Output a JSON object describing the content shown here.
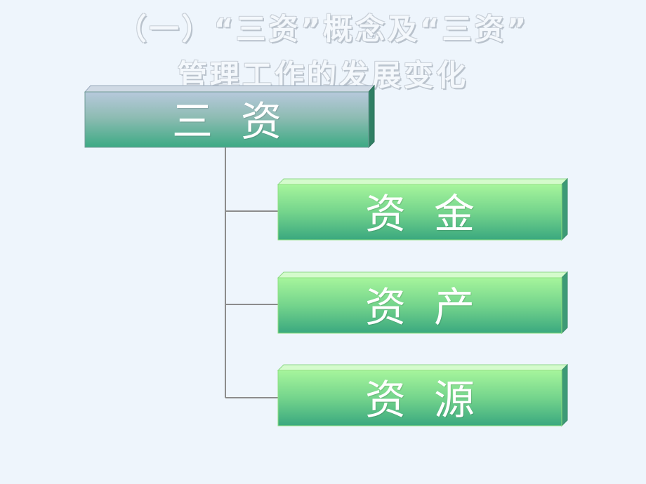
{
  "title": {
    "line1": "（一）“三资”概念及“三资”",
    "line2": "管理工作的发展变化"
  },
  "root": {
    "label": "三资"
  },
  "children": [
    {
      "label": "资金"
    },
    {
      "label": "资产"
    },
    {
      "label": "资源"
    }
  ],
  "colors": {
    "background": "#eef5fc",
    "root_top": "#b7c9dc",
    "root_bottom": "#3caa84",
    "child_top": "#a6f59c",
    "child_bottom": "#3aa87f",
    "connector": "#8c8c8c"
  }
}
